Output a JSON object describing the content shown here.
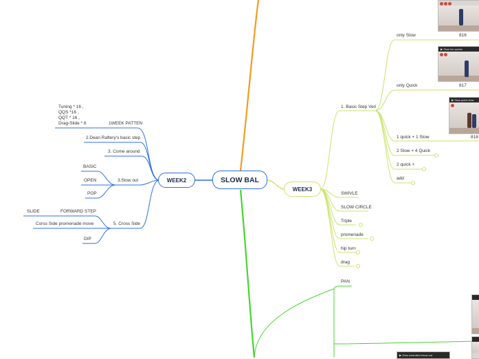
{
  "central": {
    "label": "SLOW BAL"
  },
  "week2": {
    "label": "WEEK2",
    "items": [
      {
        "label": "1WEEK PATTEN",
        "details": [
          "Tuning * 16 ,",
          "QQS *16 ,",
          "QQT * 16 ,",
          "Drag-Slide * 8"
        ]
      },
      {
        "label": "2.Dean Raftery's basic step"
      },
      {
        "label": "3. Come around"
      },
      {
        "label": "3.Slow out",
        "children": [
          "BASIC",
          "OPEN",
          "POP"
        ]
      },
      {
        "label": "5. Cross Side",
        "children": [
          "FORWARD STEP",
          "Corss Side promenade move",
          "DIP"
        ],
        "subchild": "SLIDE"
      }
    ]
  },
  "week3": {
    "label": "WEEK3",
    "basic": {
      "label": "1. Basic Step Veri",
      "children": [
        {
          "label": "only Slow",
          "video_no": "816",
          "video_title": ""
        },
        {
          "label": "only Quick",
          "video_no": "817",
          "video_title": "Slow Ice quicks"
        },
        {
          "label": "1 quick + 1 Slow",
          "video_no": "818",
          "video_title": "Slow quick slow"
        },
        {
          "label": "2 Slow + 4 Quick"
        },
        {
          "label": "2 quick +"
        },
        {
          "label": "add"
        }
      ]
    },
    "items": [
      "SWIVLE",
      "SLOW CIRCLE",
      "Triple",
      "promenade",
      "hip turn",
      "drag"
    ]
  },
  "other": {
    "pan": "PAN",
    "video_caption": "Slow extended throw out"
  },
  "colors": {
    "week2_branch": "#2f6fe0",
    "week3_branch": "#c9e36a",
    "green_branch": "#44d62c",
    "orange_branch": "#f29a1e",
    "node_border_blue": "#2f6fe0",
    "node_border_lime": "#c9e36a"
  },
  "icons": [
    "play-icon",
    "expand-circle-icon"
  ]
}
